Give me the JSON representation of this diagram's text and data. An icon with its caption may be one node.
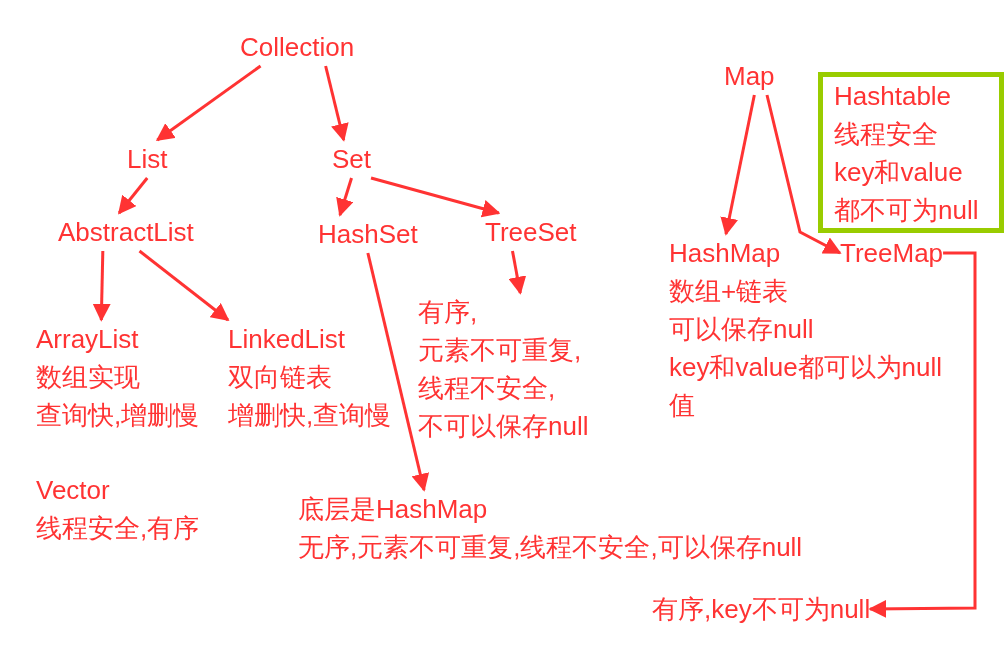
{
  "diagram": {
    "nodes": [
      {
        "text": [
          "Collection"
        ]
      },
      {
        "text": [
          "List"
        ]
      },
      {
        "text": [
          "Set"
        ]
      },
      {
        "text": [
          "AbstractList"
        ]
      },
      {
        "text": [
          "HashSet"
        ]
      },
      {
        "text": [
          "TreeSet"
        ]
      },
      {
        "text": [
          "ArrayList",
          "数组实现",
          "查询快,增删慢"
        ]
      },
      {
        "text": [
          "LinkedList",
          "双向链表",
          "增删快,查询慢"
        ]
      },
      {
        "text": [
          "有序,",
          "元素不可重复,",
          "线程不安全,",
          "不可以保存null"
        ]
      },
      {
        "text": [
          "底层是HashMap",
          "无序,元素不可重复,线程不安全,可以保存null"
        ]
      },
      {
        "text": [
          "Map"
        ]
      },
      {
        "text": [
          "Hashtable",
          "线程安全",
          "key和value都不可为null"
        ]
      },
      {
        "text": [
          "HashMap",
          "数组+链表",
          "可以保存null",
          "key和value都可以为null值"
        ]
      },
      {
        "text": [
          "TreeMap"
        ]
      },
      {
        "text": [
          "有序,key不可为null"
        ]
      }
    ],
    "edges": [
      {
        "from": 0,
        "to": 1,
        "arrow": "to"
      },
      {
        "from": 0,
        "to": 2,
        "arrow": "to"
      },
      {
        "from": 1,
        "to": 3,
        "arrow": "to"
      },
      {
        "from": 2,
        "to": 4,
        "arrow": "to"
      },
      {
        "from": 2,
        "to": 5,
        "arrow": "to"
      },
      {
        "from": 3,
        "to": 6,
        "arrow": "to"
      },
      {
        "from": 3,
        "to": 7,
        "arrow": "to"
      },
      {
        "from": 5,
        "to": 8,
        "arrow": "to"
      },
      {
        "from": 4,
        "to": 9,
        "arrow": "to"
      },
      {
        "from": 10,
        "to": 12,
        "arrow": "to"
      },
      {
        "from": 10,
        "to": 13,
        "arrow": "to"
      },
      {
        "from": 13,
        "to": 14,
        "arrow": "to"
      }
    ],
    "labels": [
      "Vector",
      "线程安全,有序"
    ]
  }
}
